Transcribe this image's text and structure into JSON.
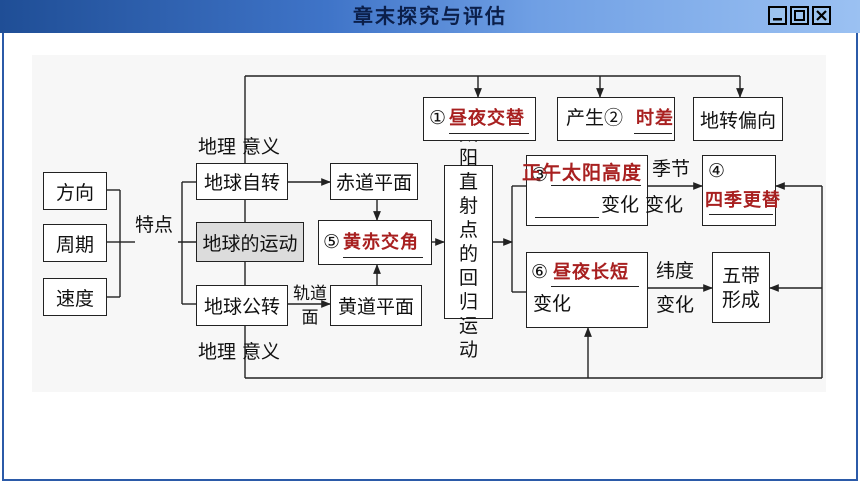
{
  "title": "章末探究与评估",
  "window_buttons": [
    "minimize",
    "restore",
    "close"
  ],
  "nodes": {
    "direction": "方向",
    "period": "周期",
    "speed": "速度",
    "features": "特点",
    "rotation": "地球自转",
    "motion": "地球的运动",
    "revolution": "地球公转",
    "geo_meaning_top": "地理 意义",
    "geo_meaning_bottom": "地理 意义",
    "equator_plane": "赤道平面",
    "ecliptic_plane": "黄道平面",
    "orbit_plane": "轨道面",
    "blank5_num": "⑤",
    "blank5_ans": "黄赤交角",
    "sun_direct": "太阳直射点的回归运动",
    "blank1_num": "①",
    "blank1_ans": "昼夜交替",
    "blank2_pre": "产生②",
    "blank2_ans": "时差",
    "deflection": "地转偏向",
    "blank3_num": "③",
    "blank3_ans": "正午太阳高度",
    "blank3_change": "变化",
    "season": "季节",
    "season_change": "变化",
    "blank4_num": "④",
    "blank4_ans": "四季更替",
    "blank6_num": "⑥",
    "blank6_ans": "昼夜长短",
    "blank6_change": "变化",
    "latitude": "纬度",
    "latitude_change": "变化",
    "five_zones": "五带形成"
  }
}
